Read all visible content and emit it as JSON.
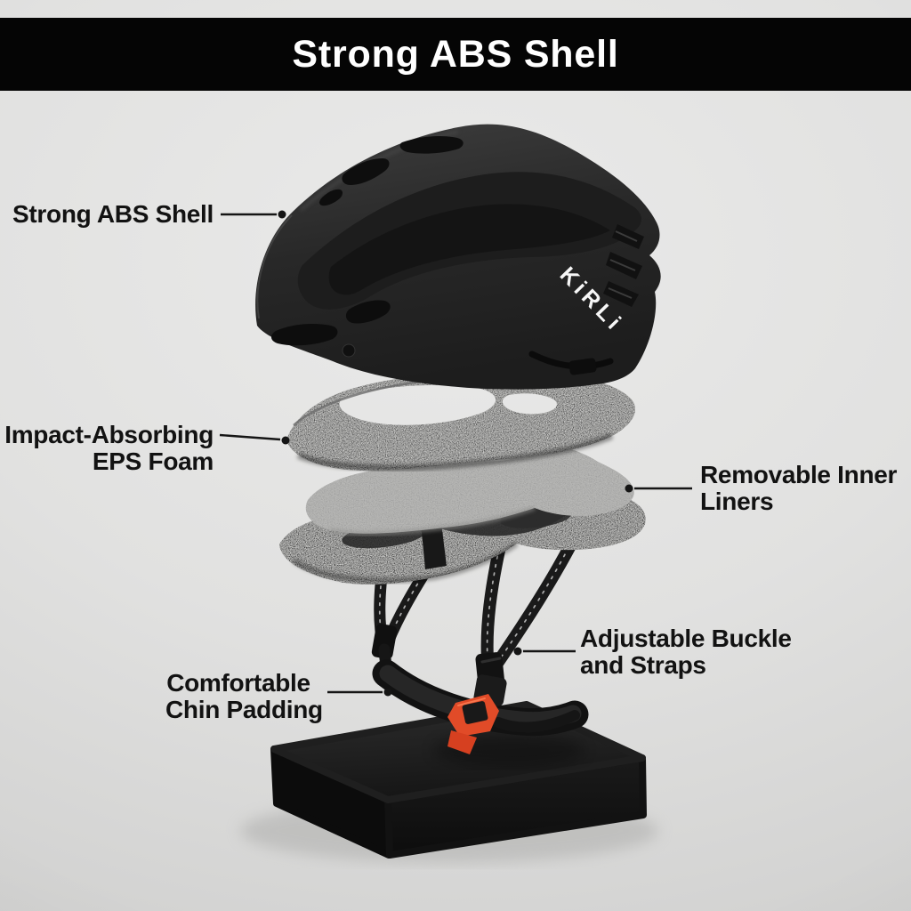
{
  "banner": {
    "title": "Strong ABS Shell"
  },
  "brand_logo": "KiRLi",
  "callouts": {
    "shell": {
      "label": "Strong ABS Shell"
    },
    "eps_foam": {
      "line1": "Impact-Absorbing",
      "line2": "EPS Foam"
    },
    "inner_liners": {
      "line1": "Removable Inner",
      "line2": "Liners"
    },
    "buckle_straps": {
      "line1": "Adjustable Buckle",
      "line2": "and Straps"
    },
    "chin_padding": {
      "line1": "Comfortable",
      "line2": "Chin Padding"
    }
  },
  "colors": {
    "banner_bg": "#050505",
    "banner_text": "#ffffff",
    "background": "#e1e1e0",
    "label_text": "#121212",
    "helmet_shell": "#282828",
    "eps_foam": "#4f4f4f",
    "inner_liner": "#b7b7b5",
    "padding_ring": "#3f3f3f",
    "straps": "#191919",
    "buckle_accent": "#e14b28",
    "display_box": "#171717"
  }
}
